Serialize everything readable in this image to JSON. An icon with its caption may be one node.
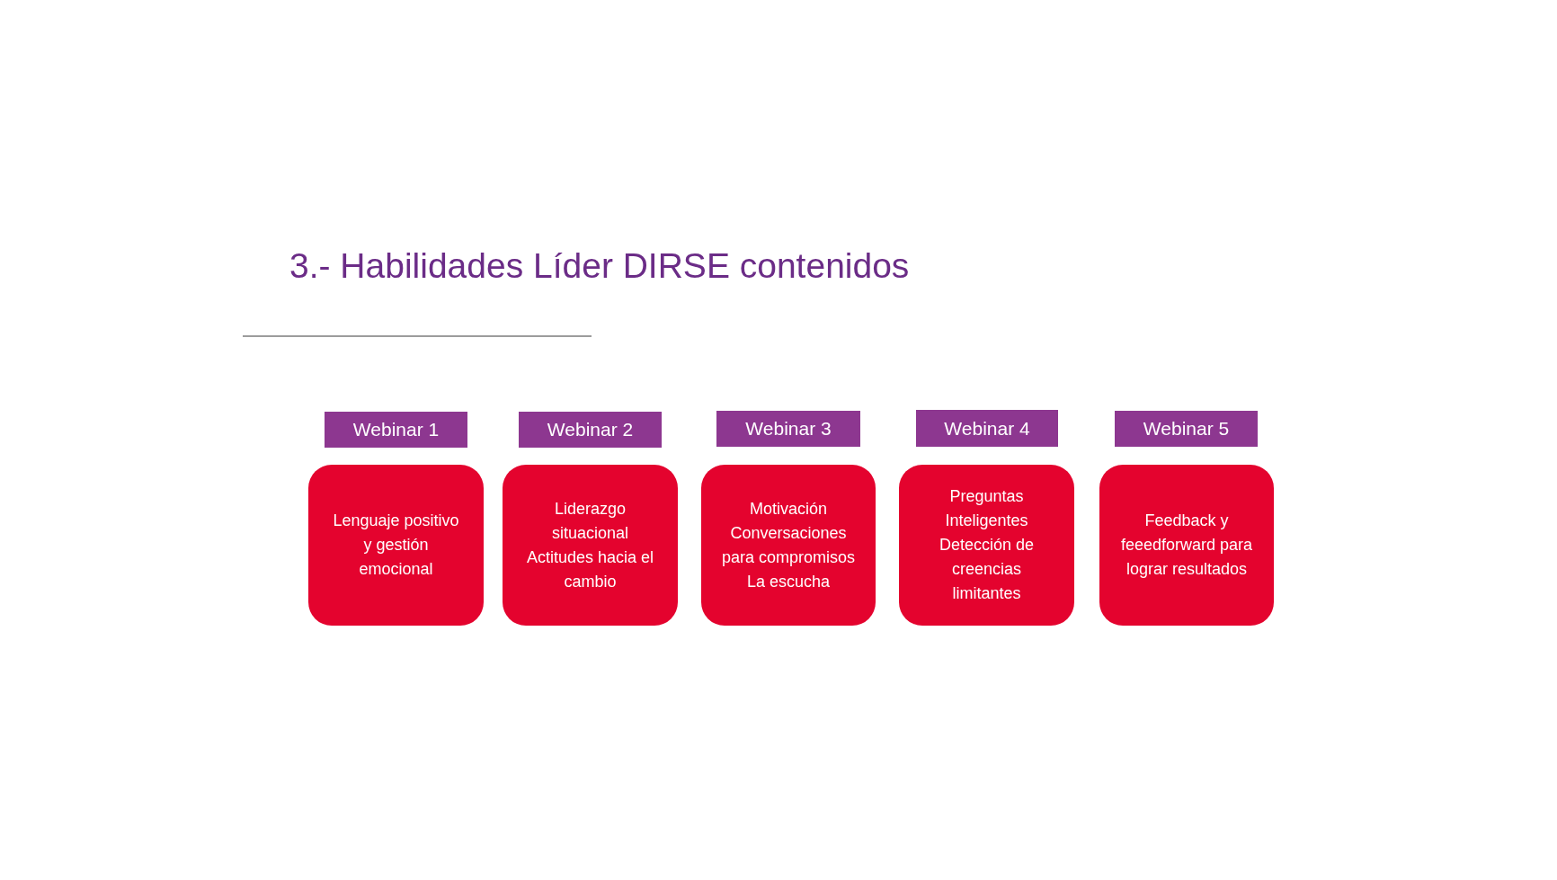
{
  "diagram": {
    "title": "3.- Habilidades Líder DIRSE contenidos",
    "nodes": [
      {
        "text": [
          "Webinar 1"
        ]
      },
      {
        "text": [
          "Webinar 2"
        ]
      },
      {
        "text": [
          "Webinar 3"
        ]
      },
      {
        "text": [
          "Webinar 4"
        ]
      },
      {
        "text": [
          "Webinar 5"
        ]
      },
      {
        "text": [
          "Lenguaje positivo y gestión emocional"
        ]
      },
      {
        "text": [
          "Liderazgo situacional",
          "Actitudes hacia el cambio"
        ]
      },
      {
        "text": [
          "Motivación",
          "Conversaciones para compromisos",
          "La escucha"
        ]
      },
      {
        "text": [
          "Preguntas Inteligentes",
          "Detección de creencias limitantes"
        ]
      },
      {
        "text": [
          "Feedback y feeedforward para lograr resultados"
        ]
      }
    ]
  }
}
